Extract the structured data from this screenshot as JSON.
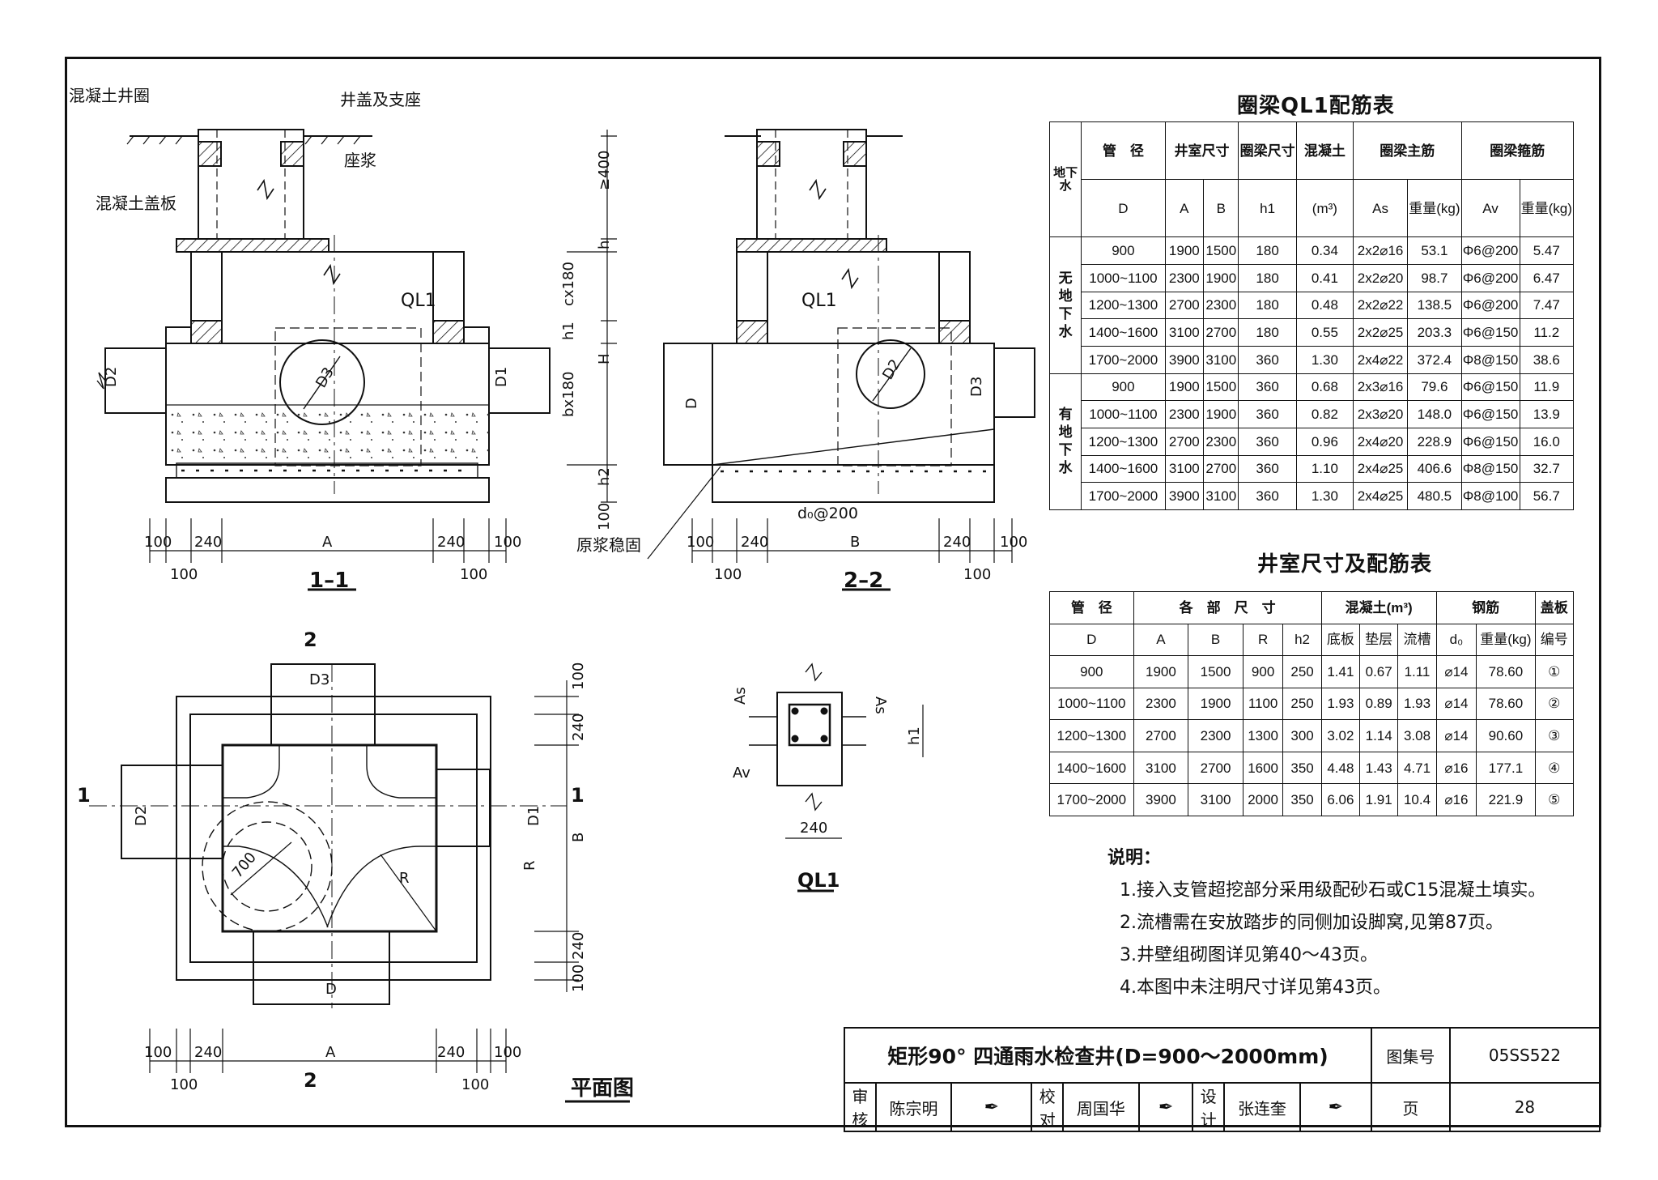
{
  "drawing": {
    "labels": {
      "concrete_ring": "混凝土井圈",
      "cover_seat": "井盖及支座",
      "mortar": "座浆",
      "concrete_cover_slab": "混凝土盖板",
      "ring_beam": "QL1",
      "grout": "原浆稳固",
      "d0_spacing": "d₀@200",
      "dim_400": "≥400",
      "dim_h": "h",
      "dim_cx180": "cx180",
      "dim_h1": "h1",
      "dim_H": "H",
      "dim_bx180": "bx180",
      "dim_h2": "h2",
      "dim_100": "100",
      "dim_240": "240",
      "dim_A": "A",
      "dim_B": "B",
      "dim_D": "D",
      "dim_R": "R",
      "dim_700": "700",
      "D1": "D1",
      "D2": "D2",
      "D3": "D3",
      "As": "As",
      "Av": "Av",
      "sec_11": "1–1",
      "sec_22": "2–2",
      "sec_mark_1": "1",
      "sec_mark_2": "2",
      "plan": "平面图",
      "ql1_caption": "QL1"
    }
  },
  "ql1_table": {
    "title": "圈梁QL1配筋表",
    "headers": [
      "地下水",
      "管　径",
      "井室尺寸",
      "圈梁尺寸",
      "混凝土",
      "圈梁主筋",
      "圈梁箍筋"
    ],
    "subheaders": [
      "D",
      "A",
      "B",
      "h1",
      "(m³)",
      "As",
      "重量(kg)",
      "Av",
      "重量(kg)"
    ],
    "groups": [
      {
        "label": "无地下水",
        "rows": [
          [
            "900",
            "1900",
            "1500",
            "180",
            "0.34",
            "2x2⌀16",
            "53.1",
            "Φ6@200",
            "5.47"
          ],
          [
            "1000~1100",
            "2300",
            "1900",
            "180",
            "0.41",
            "2x2⌀20",
            "98.7",
            "Φ6@200",
            "6.47"
          ],
          [
            "1200~1300",
            "2700",
            "2300",
            "180",
            "0.48",
            "2x2⌀22",
            "138.5",
            "Φ6@200",
            "7.47"
          ],
          [
            "1400~1600",
            "3100",
            "2700",
            "180",
            "0.55",
            "2x2⌀25",
            "203.3",
            "Φ6@150",
            "11.2"
          ],
          [
            "1700~2000",
            "3900",
            "3100",
            "360",
            "1.30",
            "2x4⌀22",
            "372.4",
            "Φ8@150",
            "38.6"
          ]
        ]
      },
      {
        "label": "有地下水",
        "rows": [
          [
            "900",
            "1900",
            "1500",
            "360",
            "0.68",
            "2x3⌀16",
            "79.6",
            "Φ6@150",
            "11.9"
          ],
          [
            "1000~1100",
            "2300",
            "1900",
            "360",
            "0.82",
            "2x3⌀20",
            "148.0",
            "Φ6@150",
            "13.9"
          ],
          [
            "1200~1300",
            "2700",
            "2300",
            "360",
            "0.96",
            "2x4⌀20",
            "228.9",
            "Φ6@150",
            "16.0"
          ],
          [
            "1400~1600",
            "3100",
            "2700",
            "360",
            "1.10",
            "2x4⌀25",
            "406.6",
            "Φ8@150",
            "32.7"
          ],
          [
            "1700~2000",
            "3900",
            "3100",
            "360",
            "1.30",
            "2x4⌀25",
            "480.5",
            "Φ8@100",
            "56.7"
          ]
        ]
      }
    ]
  },
  "chamber_table": {
    "title": "井室尺寸及配筋表",
    "headers": [
      "管　径",
      "各　部　尺　寸",
      "混凝土(m³)",
      "钢筋",
      "盖板"
    ],
    "subheaders": [
      "D",
      "A",
      "B",
      "R",
      "h2",
      "底板",
      "垫层",
      "流槽",
      "d₀",
      "重量(kg)",
      "编号"
    ],
    "rows": [
      [
        "900",
        "1900",
        "1500",
        "900",
        "250",
        "1.41",
        "0.67",
        "1.11",
        "⌀14",
        "78.60",
        "①"
      ],
      [
        "1000~1100",
        "2300",
        "1900",
        "1100",
        "250",
        "1.93",
        "0.89",
        "1.93",
        "⌀14",
        "78.60",
        "②"
      ],
      [
        "1200~1300",
        "2700",
        "2300",
        "1300",
        "300",
        "3.02",
        "1.14",
        "3.08",
        "⌀14",
        "90.60",
        "③"
      ],
      [
        "1400~1600",
        "3100",
        "2700",
        "1600",
        "350",
        "4.48",
        "1.43",
        "4.71",
        "⌀16",
        "177.1",
        "④"
      ],
      [
        "1700~2000",
        "3900",
        "3100",
        "2000",
        "350",
        "6.06",
        "1.91",
        "10.4",
        "⌀16",
        "221.9",
        "⑤"
      ]
    ]
  },
  "notes": {
    "heading": "说明：",
    "items": [
      "1.接入支管超挖部分采用级配砂石或C15混凝土填实。",
      "2.流槽需在安放踏步的同侧加设脚窝,见第87页。",
      "3.井壁组砌图详见第40～43页。",
      "4.本图中未注明尺寸详见第43页。"
    ]
  },
  "title_block": {
    "title": "矩形90° 四通雨水检查井(D=900～2000mm)",
    "atlas_label": "图集号",
    "atlas_no": "05SS522",
    "page_label": "页",
    "page_no": "28",
    "review_label": "审核",
    "reviewer": "陈宗明",
    "check_label": "校对",
    "checker": "周国华",
    "design_label": "设计",
    "designer": "张连奎"
  }
}
